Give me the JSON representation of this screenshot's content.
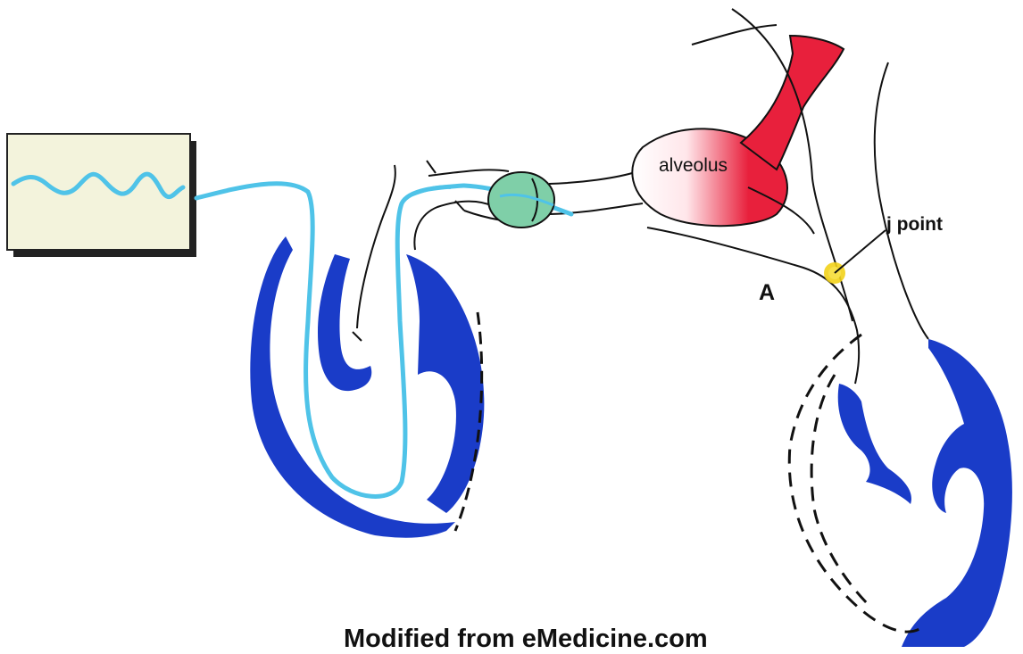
{
  "labels": {
    "alveolus": "alveolus",
    "j_point": "j point",
    "point_a": "A",
    "credit": "Modified from eMedicine.com"
  },
  "colors": {
    "heart_wall": "#1a3cc8",
    "catheter": "#4fc3e8",
    "monitor_fill": "#f3f3dc",
    "balloon": "#7fcfa8",
    "alveolus_red": "#e8203c",
    "j_point_marker": "#f2d21a",
    "outline": "#111111"
  },
  "icons": {
    "monitor": "pressure-monitor-icon",
    "balloon": "catheter-balloon-icon"
  }
}
